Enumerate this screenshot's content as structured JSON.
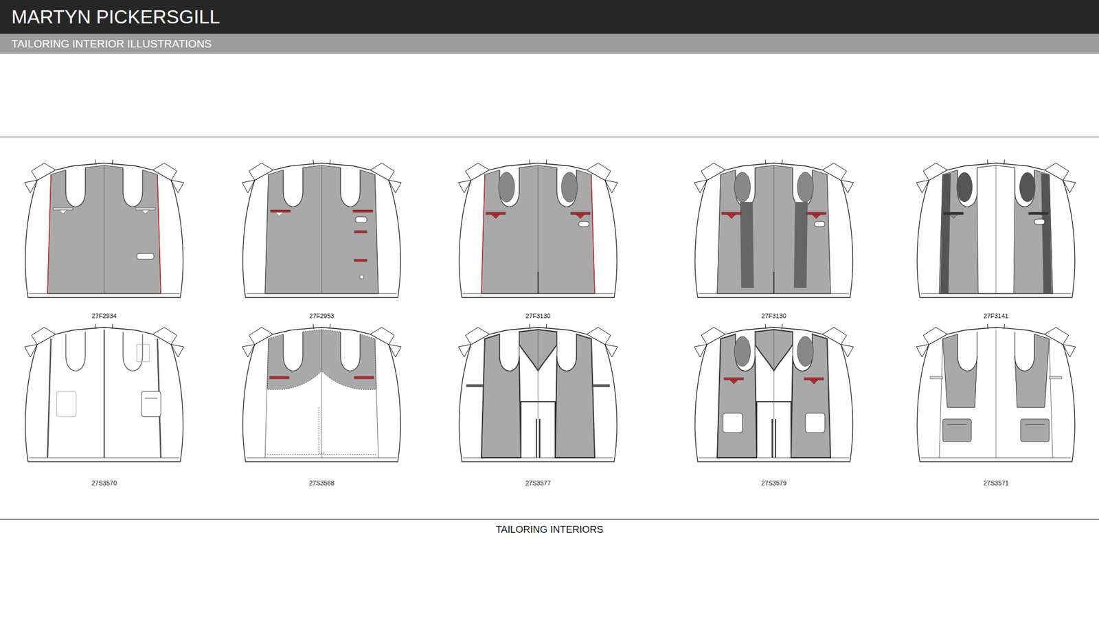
{
  "diagram": {
    "title": "MARTYN PICKERSGILL",
    "caption": "TAILORING INTERIORS",
    "labels": [
      "TAILORING INTERIOR ILLUSTRATIONS",
      "27F2934",
      "27F2953",
      "27F3130",
      "27F3130",
      "27F3141",
      "27S3570",
      "27S3568",
      "27S3577",
      "27S3579",
      "27S3571"
    ]
  }
}
